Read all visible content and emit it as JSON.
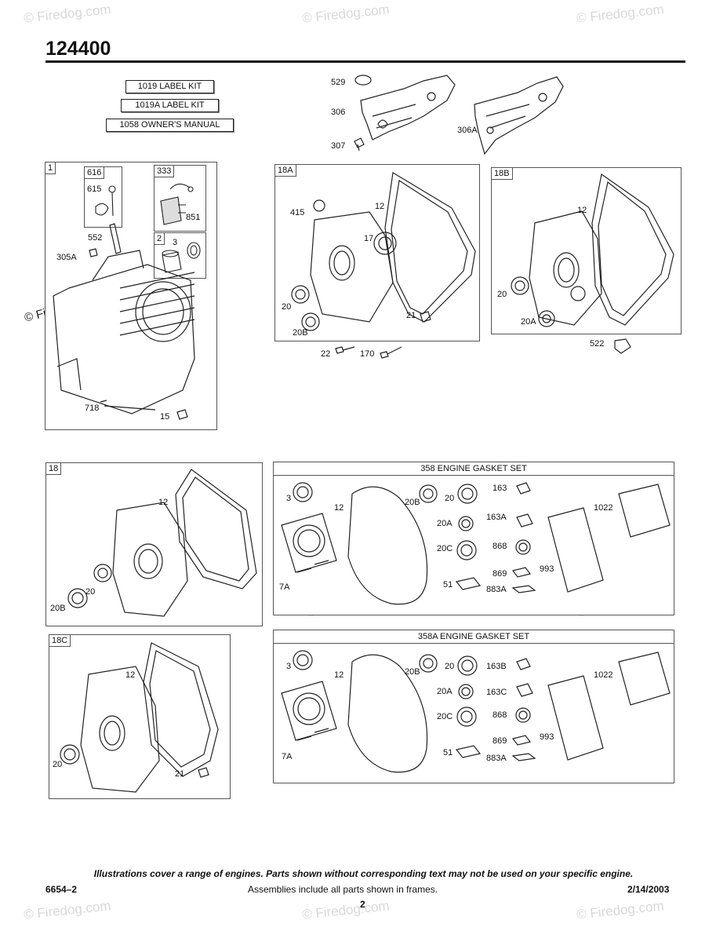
{
  "header": {
    "part_number": "124400"
  },
  "watermark": {
    "text": "© Firedog.com",
    "side_text": "© Firedog.com"
  },
  "kits": [
    {
      "label": "1019 LABEL KIT"
    },
    {
      "label": "1019A LABEL KIT"
    },
    {
      "label": "1058 OWNER'S MANUAL"
    }
  ],
  "top_parts": {
    "l529": "529",
    "l306": "306",
    "l307": "307",
    "l306A": "306A"
  },
  "frame1": {
    "tag": "1",
    "sub616": {
      "tag": "616",
      "l615": "615"
    },
    "sub333": {
      "tag": "333",
      "l851": "851"
    },
    "sub2": {
      "tag": "2",
      "l3": "3"
    },
    "l552": "552",
    "l305A": "305A",
    "l718": "718",
    "l15": "15"
  },
  "frame18A": {
    "tag": "18A",
    "l415": "415",
    "l12": "12",
    "l17": "17",
    "l20": "20",
    "l20B": "20B",
    "l21": "21"
  },
  "below18A": {
    "l22": "22",
    "l170": "170"
  },
  "frame18B": {
    "tag": "18B",
    "l12": "12",
    "l20": "20",
    "l20A": "20A"
  },
  "below18B": {
    "l522": "522"
  },
  "frame18": {
    "tag": "18",
    "l12": "12",
    "l20": "20",
    "l20B": "20B"
  },
  "frame18C": {
    "tag": "18C",
    "l12": "12",
    "l20": "20",
    "l21": "21"
  },
  "set358": {
    "title": "358 ENGINE GASKET SET",
    "l3": "3",
    "l12": "12",
    "l20B": "20B",
    "l20": "20",
    "l20A": "20A",
    "l20C": "20C",
    "l51": "51",
    "l7A": "7A",
    "l163": "163",
    "l163A": "163A",
    "l868": "868",
    "l869": "869",
    "l883A": "883A",
    "l993": "993",
    "l1022": "1022"
  },
  "set358A": {
    "title": "358A ENGINE GASKET SET",
    "l3": "3",
    "l12": "12",
    "l20B": "20B",
    "l20": "20",
    "l20A": "20A",
    "l20C": "20C",
    "l51": "51",
    "l7A": "7A",
    "l163B": "163B",
    "l163C": "163C",
    "l868": "868",
    "l869": "869",
    "l883A": "883A",
    "l993": "993",
    "l1022": "1022"
  },
  "footer": {
    "note": "Illustrations cover a range of engines. Parts shown without corresponding text may not be used on your specific engine.",
    "doc_number": "6654–2",
    "assemblies": "Assemblies include all parts shown in frames.",
    "date": "2/14/2003",
    "page": "2"
  }
}
